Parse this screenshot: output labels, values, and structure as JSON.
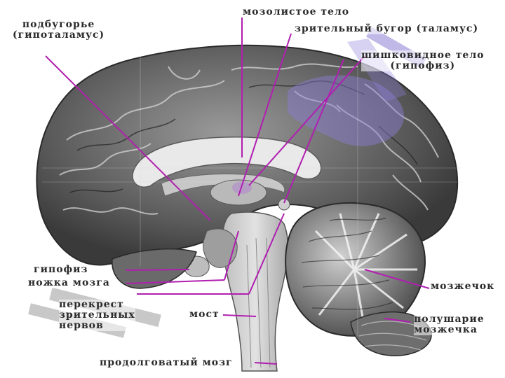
{
  "labels": {
    "hypothalamus": {
      "line1": "подбугорье",
      "line2": "(гипоталамус)"
    },
    "corpus_callosum": {
      "line1": "мозолистое тело"
    },
    "thalamus": {
      "line1": "зрительный бугор (таламус)"
    },
    "pineal": {
      "line1": "шишковидное тело",
      "line2": "(гипофиз)"
    },
    "pituitary": {
      "line1": "гипофиз"
    },
    "cerebral_peduncle": {
      "line1": "ножка мозга"
    },
    "optic_chiasm": {
      "line1": "перекрест",
      "line2": "зрительных",
      "line3": "нервов"
    },
    "pons": {
      "line1": "мост"
    },
    "medulla": {
      "line1": "продолговатый мозг"
    },
    "cerebellum": {
      "line1": "мозжечок"
    },
    "cerebellar_hemisphere": {
      "line1": "полушарие",
      "line2": "мозжечка"
    }
  },
  "colors": {
    "leader": "#b01fb0",
    "highlight": "#8c7fd6",
    "tissue_dark": "#4a4a4a",
    "tissue_mid": "#8a8a8a",
    "tissue_light": "#d8d8d8"
  }
}
